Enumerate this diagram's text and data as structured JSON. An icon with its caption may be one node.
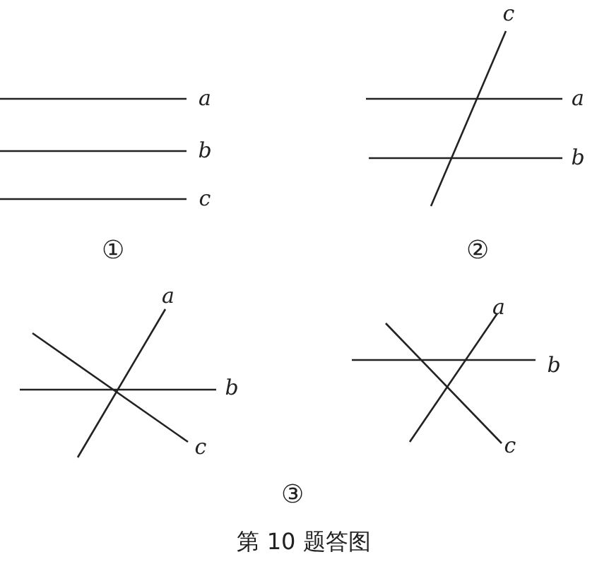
{
  "diagram": {
    "caption": "第 10 题答图",
    "labels": [
      "a",
      "b",
      "c",
      "①",
      "c",
      "a",
      "b",
      "②",
      "a",
      "b",
      "c",
      "a",
      "b",
      "c",
      "③"
    ]
  }
}
